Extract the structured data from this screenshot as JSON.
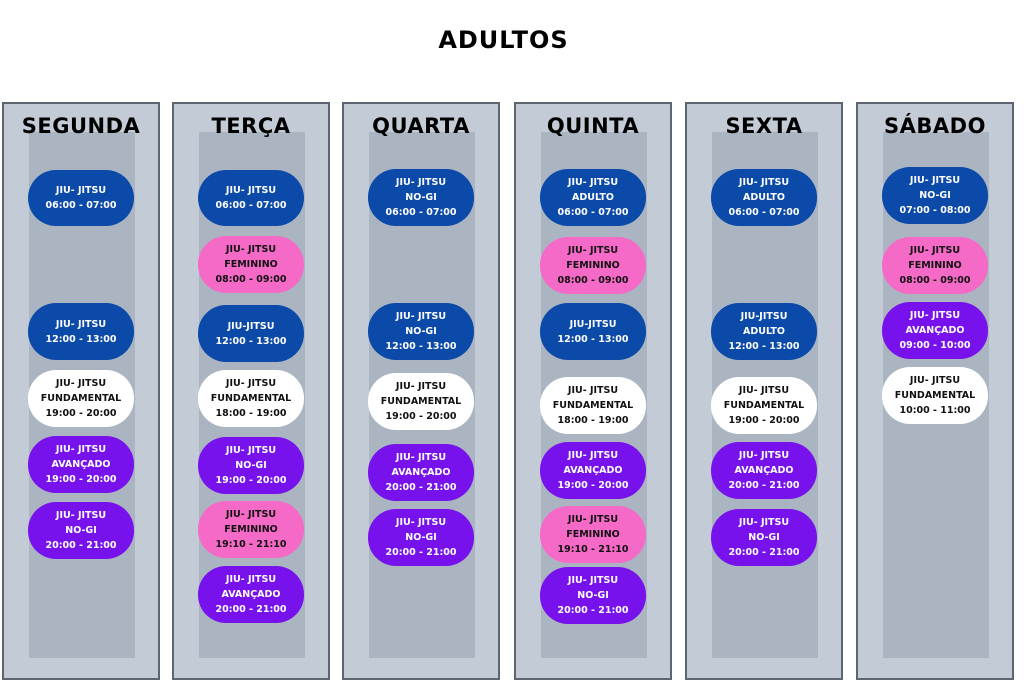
{
  "page_title": "ADULTOS",
  "colors": {
    "blue": "#0b4aa8",
    "pink": "#f46ac6",
    "white": "#ffffff",
    "purple": "#7812ec",
    "column_bg": "#c3ccd6",
    "strip_bg": "#aab5c1"
  },
  "days": [
    {
      "name": "SEGUNDA",
      "classes": [
        {
          "lines": [
            "JIU- JITSU",
            "06:00 - 07:00"
          ],
          "color": "blue"
        },
        {
          "lines": [
            "JIU- JITSU",
            "12:00 - 13:00"
          ],
          "color": "blue"
        },
        {
          "lines": [
            "JIU- JITSU",
            "FUNDAMENTAL",
            "19:00 - 20:00"
          ],
          "color": "white"
        },
        {
          "lines": [
            "JIU- JITSU",
            "AVANÇADO",
            "19:00 - 20:00"
          ],
          "color": "purple"
        },
        {
          "lines": [
            "JIU- JITSU",
            "NO-GI",
            "20:00 - 21:00"
          ],
          "color": "purple"
        }
      ]
    },
    {
      "name": "TERÇA",
      "classes": [
        {
          "lines": [
            "JIU- JITSU",
            "06:00 - 07:00"
          ],
          "color": "blue"
        },
        {
          "lines": [
            "JIU- JITSU",
            "FEMININO",
            "08:00 - 09:00"
          ],
          "color": "pink"
        },
        {
          "lines": [
            "JIU-JITSU",
            "12:00 - 13:00"
          ],
          "color": "blue"
        },
        {
          "lines": [
            "JIU- JITSU",
            "FUNDAMENTAL",
            "18:00 - 19:00"
          ],
          "color": "white"
        },
        {
          "lines": [
            "JIU- JITSU",
            "NO-GI",
            "19:00 - 20:00"
          ],
          "color": "purple"
        },
        {
          "lines": [
            "JIU- JITSU",
            "FEMININO",
            "19:10 - 21:10"
          ],
          "color": "pink"
        },
        {
          "lines": [
            "JIU- JITSU",
            "AVANÇADO",
            "20:00 - 21:00"
          ],
          "color": "purple"
        }
      ]
    },
    {
      "name": "QUARTA",
      "classes": [
        {
          "lines": [
            "JIU- JITSU",
            "NO-GI",
            "06:00 - 07:00"
          ],
          "color": "blue"
        },
        {
          "lines": [
            "JIU- JITSU",
            "NO-GI",
            "12:00 - 13:00"
          ],
          "color": "blue"
        },
        {
          "lines": [
            "JIU- JITSU",
            "FUNDAMENTAL",
            "19:00 - 20:00"
          ],
          "color": "white"
        },
        {
          "lines": [
            "JIU- JITSU",
            "AVANÇADO",
            "20:00 - 21:00"
          ],
          "color": "purple"
        },
        {
          "lines": [
            "JIU- JITSU",
            "NO-GI",
            "20:00 - 21:00"
          ],
          "color": "purple"
        }
      ]
    },
    {
      "name": "QUINTA",
      "classes": [
        {
          "lines": [
            "JIU- JITSU",
            "ADULTO",
            "06:00 - 07:00"
          ],
          "color": "blue"
        },
        {
          "lines": [
            "JIU- JITSU",
            "FEMININO",
            "08:00 - 09:00"
          ],
          "color": "pink"
        },
        {
          "lines": [
            "JIU-JITSU",
            "12:00 - 13:00"
          ],
          "color": "blue"
        },
        {
          "lines": [
            "JIU- JITSU",
            "FUNDAMENTAL",
            "18:00 - 19:00"
          ],
          "color": "white"
        },
        {
          "lines": [
            "JIU- JITSU",
            "AVANÇADO",
            "19:00 - 20:00"
          ],
          "color": "purple"
        },
        {
          "lines": [
            "JIU- JITSU",
            "FEMININO",
            "19:10 - 21:10"
          ],
          "color": "pink"
        },
        {
          "lines": [
            "JIU- JITSU",
            "NO-GI",
            "20:00 - 21:00"
          ],
          "color": "purple"
        }
      ]
    },
    {
      "name": "SEXTA",
      "classes": [
        {
          "lines": [
            "JIU- JITSU",
            "ADULTO",
            "06:00 - 07:00"
          ],
          "color": "blue"
        },
        {
          "lines": [
            "JIU-JITSU",
            "ADULTO",
            "12:00 - 13:00"
          ],
          "color": "blue"
        },
        {
          "lines": [
            "JIU- JITSU",
            "FUNDAMENTAL",
            "19:00 - 20:00"
          ],
          "color": "white"
        },
        {
          "lines": [
            "JIU- JITSU",
            "AVANÇADO",
            "20:00 - 21:00"
          ],
          "color": "purple"
        },
        {
          "lines": [
            "JIU- JITSU",
            "NO-GI",
            "20:00 - 21:00"
          ],
          "color": "purple"
        }
      ]
    },
    {
      "name": "SÁBADO",
      "classes": [
        {
          "lines": [
            "JIU- JITSU",
            "NO-GI",
            "07:00 - 08:00"
          ],
          "color": "blue"
        },
        {
          "lines": [
            "JIU- JITSU",
            "FEMININO",
            "08:00 - 09:00"
          ],
          "color": "pink"
        },
        {
          "lines": [
            "JIU- JITSU",
            "AVANÇADO",
            "09:00 - 10:00"
          ],
          "color": "purple"
        },
        {
          "lines": [
            "JIU- JITSU",
            "FUNDAMENTAL",
            "10:00 - 11:00"
          ],
          "color": "white"
        }
      ]
    }
  ]
}
